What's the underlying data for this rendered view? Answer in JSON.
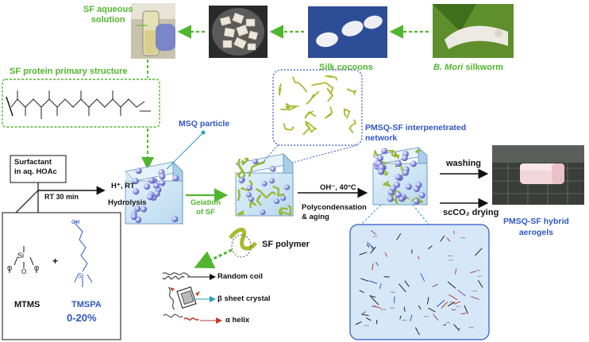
{
  "labels": {
    "sf_aqueous_solution": "SF aqueous\nsolution",
    "silk_cocoons": "Silk cocoons",
    "silkworm_species": "B. Mori",
    "silkworm_word": " silkworm",
    "sf_primary_structure": "SF protein primary structure",
    "msq_particle": "MSQ particle",
    "pmsq_sf_network": "PMSQ-SF interpenetrated\nnetwork",
    "surfactant_box": "Surfactant\nin aq. HOAc",
    "rt_30_min": "RT 30 min",
    "h_rt": "H⁺, RT",
    "hydrolysis": "Hydrolysis",
    "gelation": "Gelation\nof SF",
    "oh_40c": "OH⁻, 40°C",
    "polycondensation": "Polycondensation\n& aging",
    "washing": "washing",
    "scco2_drying": "scCO₂ drying",
    "aerogel_product": "PMSQ-SF hybrid\naerogels",
    "sf_polymer": "SF polymer",
    "random_coil": "Random coil",
    "beta_sheet": "β sheet crystal",
    "alpha_helix": "α helix",
    "mtms": "MTMS",
    "tmspa": "TMSPA",
    "tmspa_range": "0-20%",
    "plus": "+"
  },
  "colors": {
    "green": "#52b52f",
    "blue": "#2f56c6",
    "cube_fill": "#cfe6f5",
    "sphere": "#8a90e0",
    "fiber": "#a7bb2e",
    "molecule_panel": "#d6e8f7"
  }
}
